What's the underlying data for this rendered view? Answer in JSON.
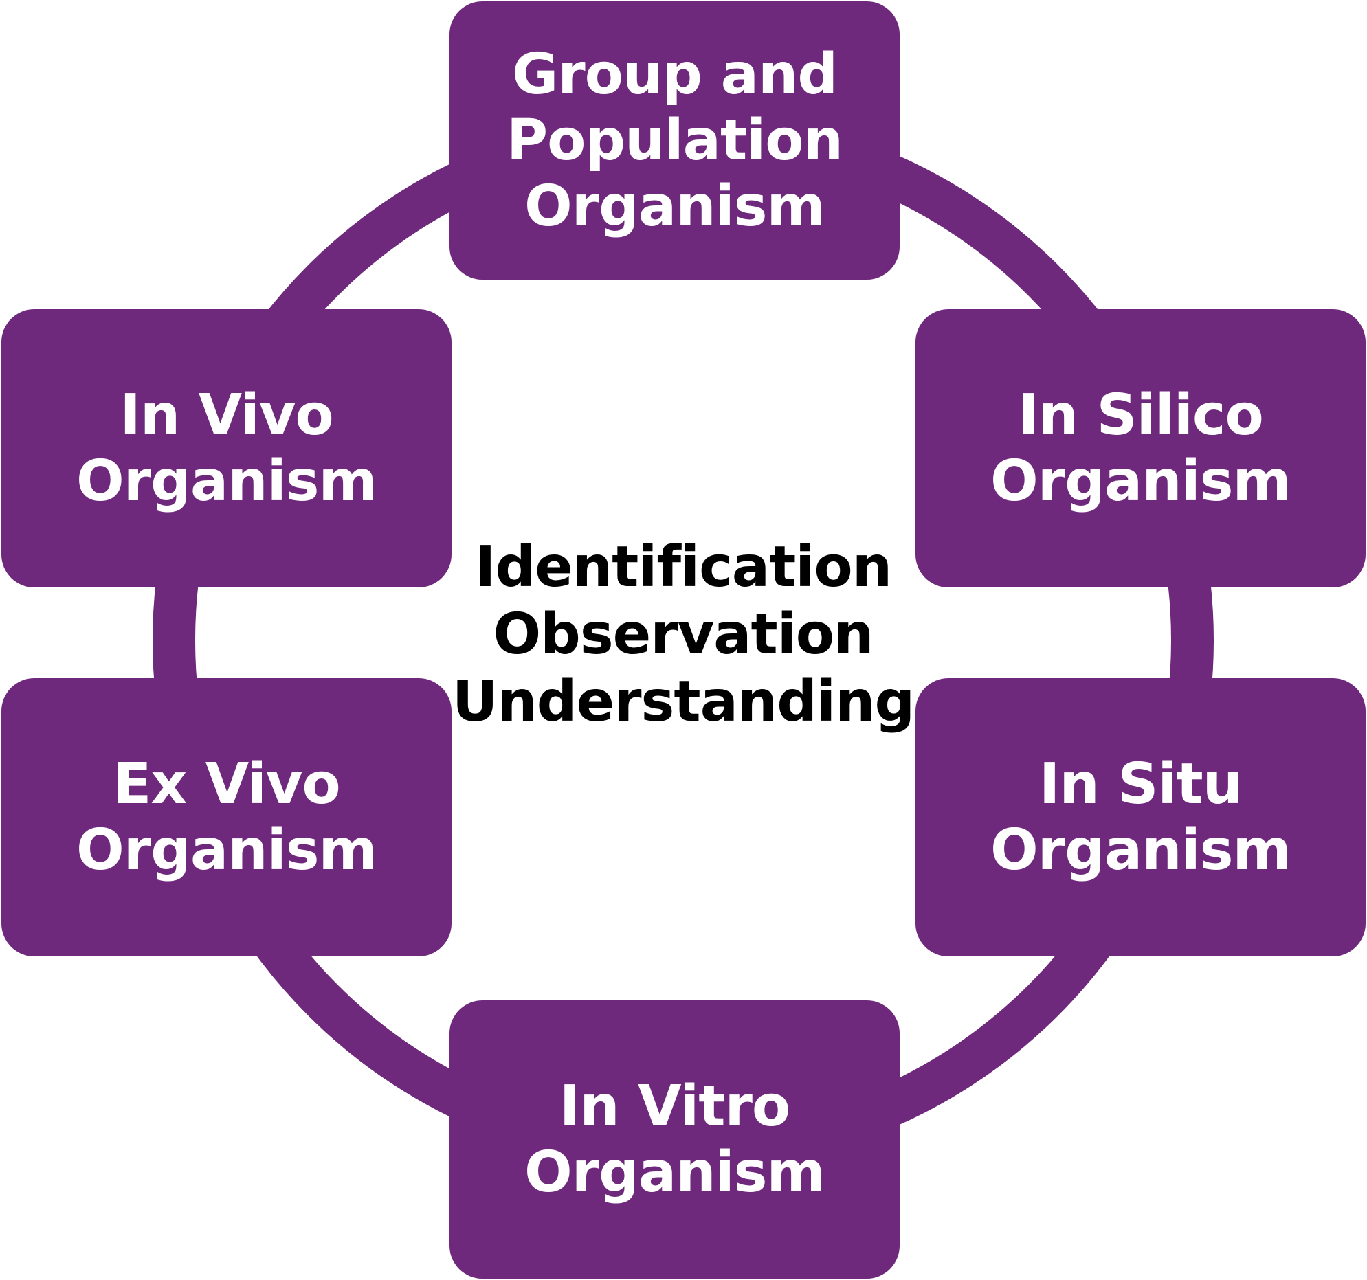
{
  "colors": {
    "node_fill": "#6E287C",
    "ring_stroke": "#6E287C",
    "node_text": "#ffffff",
    "center_text": "#000000"
  },
  "center": {
    "lines": [
      "Identification",
      "Observation",
      "Understanding"
    ]
  },
  "nodes": {
    "top": {
      "lines": [
        "Group and",
        "Population",
        "Organism"
      ]
    },
    "upper_right": {
      "lines": [
        "In Silico",
        "Organism"
      ]
    },
    "lower_right": {
      "lines": [
        "In Situ",
        "Organism"
      ]
    },
    "bottom": {
      "lines": [
        "In Vitro",
        "Organism"
      ]
    },
    "lower_left": {
      "lines": [
        "Ex Vivo",
        "Organism"
      ]
    },
    "upper_left": {
      "lines": [
        "In Vivo",
        "Organism"
      ]
    }
  }
}
